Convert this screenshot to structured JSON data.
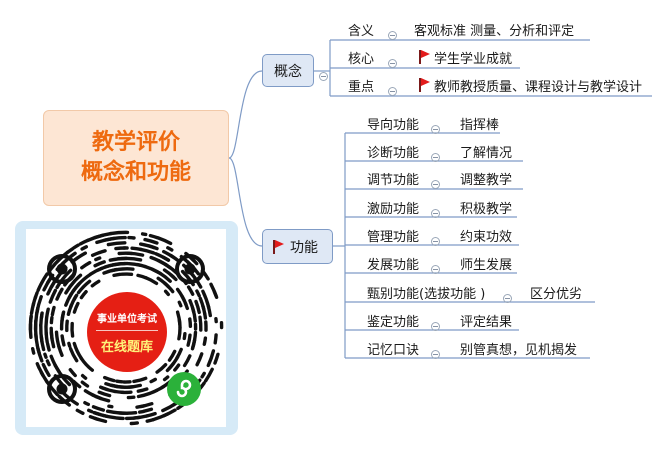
{
  "central": {
    "line1": "教学评价",
    "line2": "概念和功能"
  },
  "branches": [
    {
      "label": "概念",
      "flag": false,
      "items": [
        {
          "term": "含义",
          "flag": false,
          "desc": "客观标准 测量、分析和评定"
        },
        {
          "term": "核心",
          "flag": true,
          "desc": "学生学业成就"
        },
        {
          "term": "重点",
          "flag": true,
          "desc": "教师教授质量、课程设计与教学设计"
        }
      ]
    },
    {
      "label": "功能",
      "flag": true,
      "items": [
        {
          "term": "导向功能",
          "flag": false,
          "desc": "指挥棒"
        },
        {
          "term": "诊断功能",
          "flag": false,
          "desc": "了解情况"
        },
        {
          "term": "调节功能",
          "flag": false,
          "desc": "调整教学"
        },
        {
          "term": "激励功能",
          "flag": false,
          "desc": "积极教学"
        },
        {
          "term": "管理功能",
          "flag": false,
          "desc": "约束功效"
        },
        {
          "term": "发展功能",
          "flag": false,
          "desc": "师生发展"
        },
        {
          "term": "甄别功能(选拔功能 )",
          "flag": false,
          "desc": "区分优劣"
        },
        {
          "term": "鉴定功能",
          "flag": false,
          "desc": "评定结果"
        },
        {
          "term": "记忆口诀",
          "flag": false,
          "desc": "别管真想，见机揭发"
        }
      ]
    }
  ],
  "qr": {
    "line1": "事业单位考试",
    "line2": "在线题库",
    "icon": "mini-program-icon",
    "badge_color": "#e51f14"
  },
  "colors": {
    "central_text": "#ee6a10",
    "central_bg": "#fde6d4",
    "branch_bg": "#dfe8f5",
    "line": "#7f9bc6",
    "flag": "#e31b1b"
  }
}
